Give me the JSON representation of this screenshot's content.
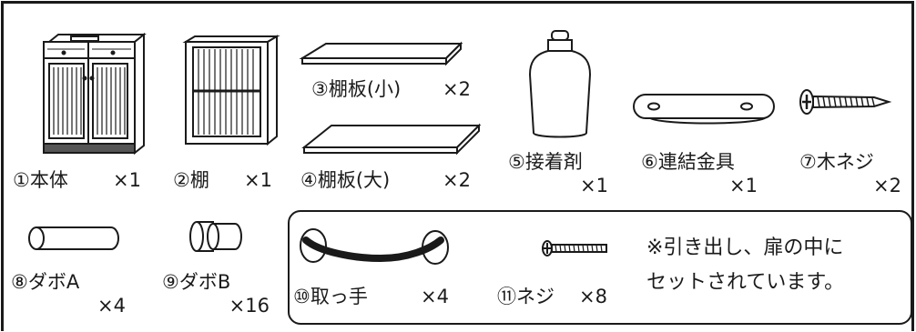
{
  "parts": [
    {
      "label": "①本体",
      "qty": "×1"
    },
    {
      "label": "②棚",
      "qty": "×1"
    },
    {
      "label": "③棚板(小)",
      "qty": "×2"
    },
    {
      "label": "④棚板(大)",
      "qty": "×2"
    },
    {
      "label": "⑤接着剤",
      "qty": "×1"
    },
    {
      "label": "⑥連結金具",
      "qty": "×1"
    },
    {
      "label": "⑦木ネジ",
      "qty": "×2"
    },
    {
      "label": "⑧ダボA",
      "qty": "×4"
    },
    {
      "label": "⑨ダボB",
      "qty": "×16"
    },
    {
      "label": "⑩取っ手",
      "qty": "×4"
    },
    {
      "label": "⑪ネジ",
      "qty": "×8"
    }
  ],
  "note": {
    "line1": "※引き出し、扉の中に",
    "line2": "セットされています。"
  },
  "icons": [
    "cabinet-icon",
    "shelf-unit-icon",
    "small-shelf-board-icon",
    "large-shelf-board-icon",
    "glue-bottle-icon",
    "connector-plate-icon",
    "wood-screw-icon",
    "dowel-a-icon",
    "dowel-b-icon",
    "handle-icon",
    "screw-icon"
  ]
}
